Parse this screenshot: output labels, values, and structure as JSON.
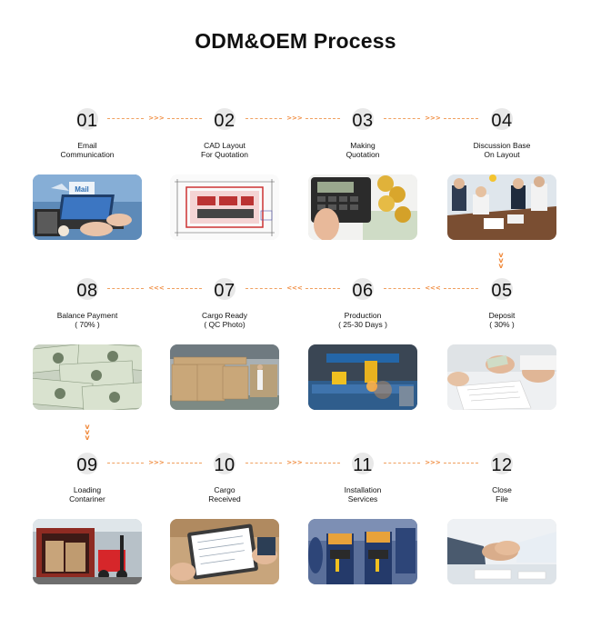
{
  "title": "ODM&OEM Process",
  "arrows": {
    "forward": ">>>",
    "back": "<<<",
    "down": "v"
  },
  "accent_color": "#f08a3c",
  "steps": [
    {
      "num": "01",
      "label": "Email\nCommunication",
      "photo": "laptop-email-photo",
      "mail_text": "Mail"
    },
    {
      "num": "02",
      "label": "CAD Layout\nFor Quotation",
      "photo": "cad-layout-photo"
    },
    {
      "num": "03",
      "label": "Making\nQuotation",
      "photo": "calculator-coins-photo"
    },
    {
      "num": "04",
      "label": "Discussion Base\nOn Layout",
      "photo": "meeting-photo"
    },
    {
      "num": "05",
      "label": "Deposit\n( 30% )",
      "photo": "signing-contract-photo"
    },
    {
      "num": "06",
      "label": "Production\n( 25-30 Days )",
      "photo": "cnc-machine-photo"
    },
    {
      "num": "07",
      "label": "Cargo Ready\n( QC Photo)",
      "photo": "cargo-stack-photo"
    },
    {
      "num": "08",
      "label": "Balance Payment\n( 70% )",
      "photo": "dollar-bills-photo"
    },
    {
      "num": "09",
      "label": "Loading\nContariner",
      "photo": "container-loading-photo"
    },
    {
      "num": "10",
      "label": "Cargo\nReceived",
      "photo": "clipboard-check-photo"
    },
    {
      "num": "11",
      "label": "Installation\nServices",
      "photo": "workers-photo"
    },
    {
      "num": "12",
      "label": "Close\nFile",
      "photo": "handshake-photo"
    }
  ]
}
